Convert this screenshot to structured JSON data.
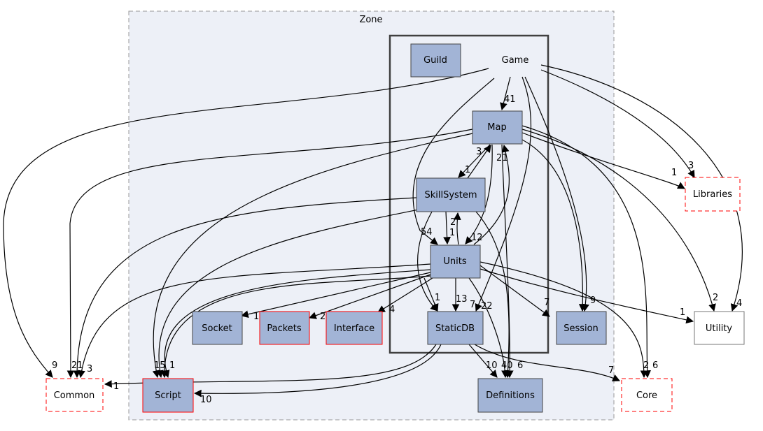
{
  "clusters": {
    "zone": "Zone",
    "game": "Game"
  },
  "nodes": {
    "guild": "Guild",
    "map": "Map",
    "skillsystem": "SkillSystem",
    "units": "Units",
    "staticdb": "StaticDB",
    "session": "Session",
    "socket": "Socket",
    "packets": "Packets",
    "interface": "Interface",
    "script": "Script",
    "definitions": "Definitions",
    "common": "Common",
    "core": "Core",
    "libraries": "Libraries",
    "utility": "Utility"
  },
  "edge_labels": {
    "game_map": "41",
    "game_libraries": "3",
    "game_utility": "4",
    "game_common": "9",
    "game_session": "9",
    "map_skill": "1",
    "skill_map": "3",
    "units_map": "21",
    "map_libraries": "1",
    "map_utility": "2",
    "map_common": "21",
    "skill_units": "1",
    "units_skill": "2",
    "map_units": "12",
    "game_units": "54",
    "skill_common": "3",
    "units_staticdb": "13",
    "skill_staticdb": "1",
    "map_staticdb": "7",
    "game_staticdb": "22",
    "units_session": "7",
    "units_utility": "1",
    "units_socket": "1",
    "units_packets": "2",
    "units_interface": "4",
    "script_15": "15",
    "script_1": "1",
    "staticdb_script": "10",
    "staticdb_common": "1",
    "staticdb_definitions": "10",
    "defs_40": "40",
    "defs_6": "6",
    "staticdb_core": "7",
    "core_2": "2",
    "core_6": "6"
  }
}
